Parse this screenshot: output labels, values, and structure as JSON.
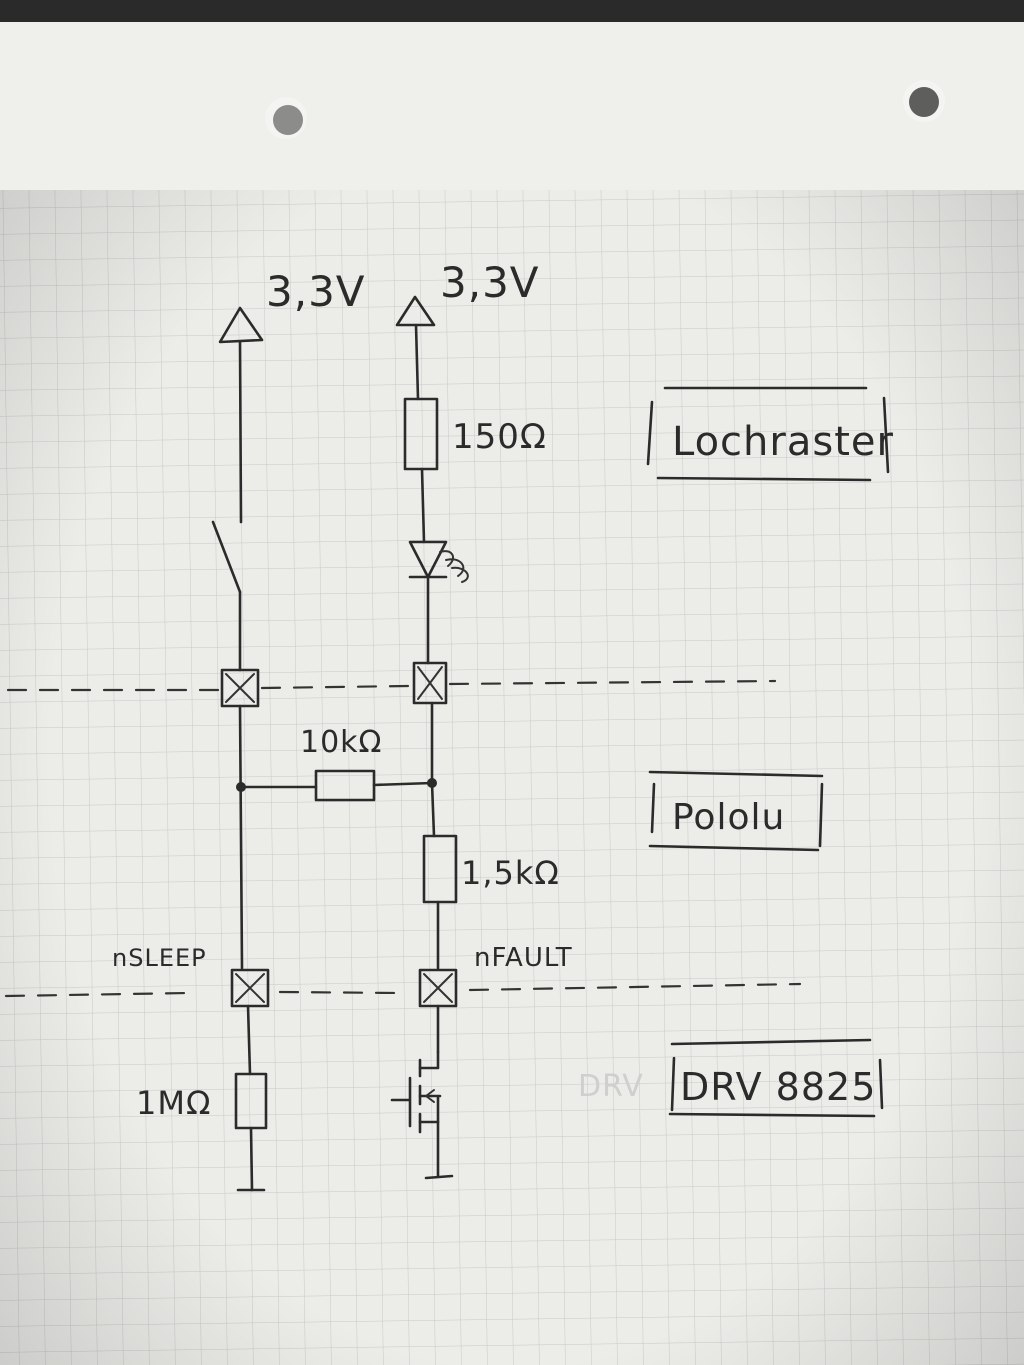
{
  "supply_labels": {
    "left": "3,3V",
    "right": "3,3V"
  },
  "components": {
    "r_led": "150Ω",
    "r_bridge": "10kΩ",
    "r_pullup": "1,5kΩ",
    "r_pulldown": "1MΩ"
  },
  "pins": {
    "sleep": "nSLEEP",
    "fault": "nFAULT"
  },
  "boards": {
    "top": "Lochraster",
    "middle": "Pololu",
    "bottom": "DRV 8825",
    "bottom_erased": "DRV"
  },
  "colors": {
    "paper": "#eeeeec",
    "grid": "#c9c9c7",
    "ink": "#2b2b2b"
  }
}
